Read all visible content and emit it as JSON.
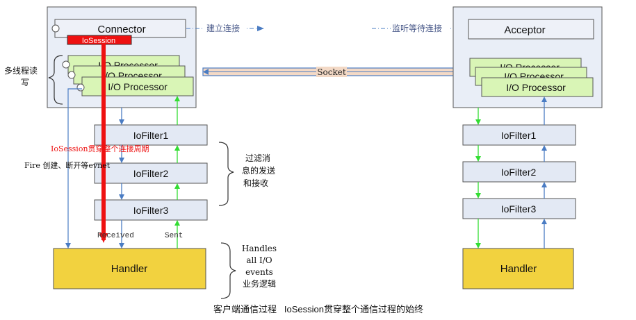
{
  "colors": {
    "panel_fill": "#e9eef7",
    "filter_fill": "#e3e9f4",
    "processor_fill": "#d9f5b6",
    "handler_fill": "#f2d23f",
    "blue_arrow": "#4a7cc3",
    "green_arrow": "#33dd33",
    "session_red": "#ee1111",
    "socket_fill": "#f3d9c6"
  },
  "client": {
    "connector_label": "Connector",
    "iosession_label": "IoSession",
    "processor_labels": [
      "I/O Processor",
      "I/O Processor",
      "I/O Processor"
    ],
    "multithread_label_line1": "多线程读",
    "multithread_label_line2": "写",
    "filters": [
      "IoFilter1",
      "IoFilter2",
      "IoFilter3"
    ],
    "handler_label": "Handler",
    "session_lifetime_note": "IoSession贯穿整个连接周期",
    "fire_note": "Fire 创建、断开等evnet",
    "received_label": "Received",
    "sent_label": "Sent",
    "filter_note_lines": [
      "过滤消",
      "息的发送",
      "和接收"
    ],
    "handler_note_lines": [
      "Handles",
      "all I/O",
      "events",
      "业务逻辑"
    ]
  },
  "connect_label": "建立连接",
  "listen_label": "监听等待连接",
  "socket_label": "Socket",
  "server": {
    "acceptor_label": "Acceptor",
    "processor_labels": [
      "I/O Processor",
      "I/O Processor",
      "I/O Processor"
    ],
    "filters": [
      "IoFilter1",
      "IoFilter2",
      "IoFilter3"
    ],
    "handler_label": "Handler"
  },
  "caption": "客户端通信过程   IoSession贯穿整个通信过程的始终"
}
